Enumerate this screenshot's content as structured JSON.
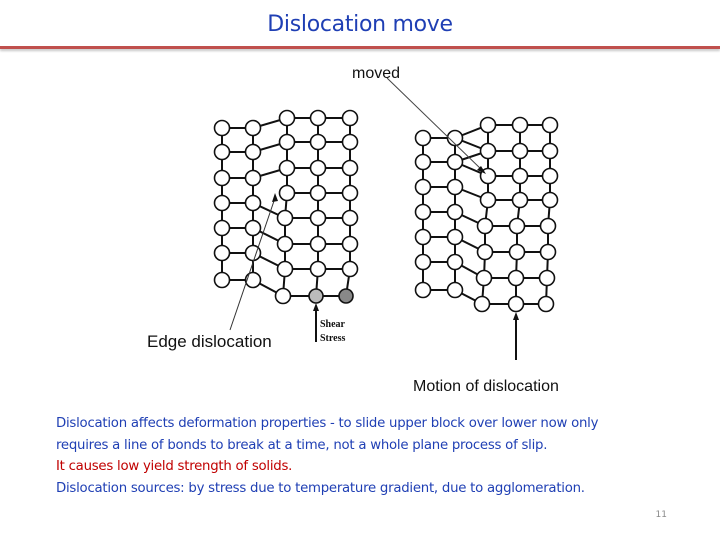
{
  "slide": {
    "title": "Dislocation move",
    "page_number": "11",
    "colors": {
      "title": "#1f3fb4",
      "rule": "#c0504d",
      "body_text": "#1f3fb4",
      "emphasis_text": "#c00000"
    }
  },
  "figure": {
    "left_panel": {
      "label": "Edge dislocation",
      "stress_label_line1": "Shear",
      "stress_label_line2": "Stress"
    },
    "right_panel": {
      "top_label": "moved",
      "bottom_label": "Motion of dislocation"
    }
  },
  "body": {
    "lines": [
      {
        "text": "Dislocation affects deformation properties - to slide upper block over lower now only",
        "style": "blue"
      },
      {
        "text": "requires a line of bonds to break at a time, not a whole plane process of slip.",
        "style": "blue"
      },
      {
        "text": "It causes low yield strength of solids.",
        "style": "red"
      },
      {
        "text": "Dislocation sources: by stress due to temperature gradient, due to agglomeration.",
        "style": "blue"
      }
    ]
  }
}
